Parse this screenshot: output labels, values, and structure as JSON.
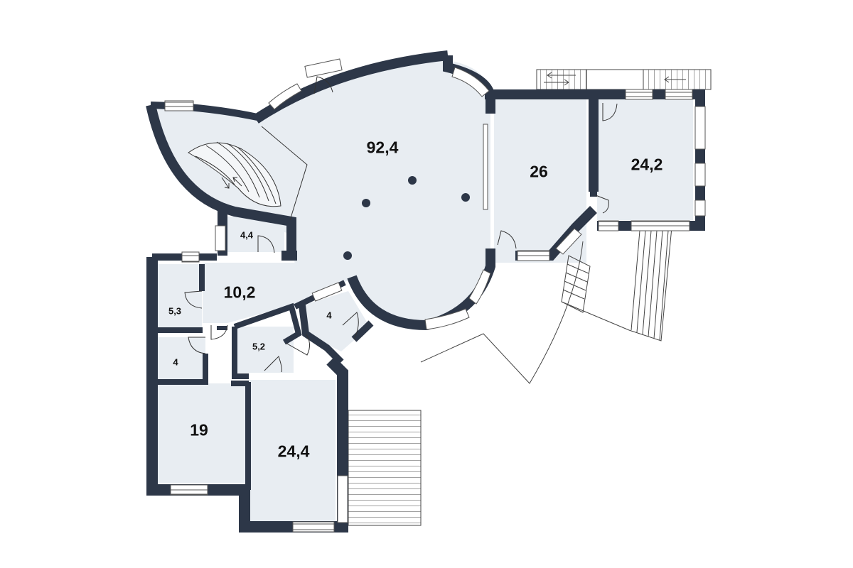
{
  "colors": {
    "wall": "#2d3748",
    "floor": "#e8edf2",
    "line": "#333333",
    "window": "#ffffff",
    "column": "#2d3748"
  },
  "rooms": [
    {
      "id": "hall",
      "area": "92,4"
    },
    {
      "id": "room-26",
      "area": "26"
    },
    {
      "id": "room-24-2",
      "area": "24,2"
    },
    {
      "id": "room-4-4",
      "area": "4,4"
    },
    {
      "id": "room-10-2",
      "area": "10,2"
    },
    {
      "id": "room-5-3",
      "area": "5,3"
    },
    {
      "id": "room-4-a",
      "area": "4"
    },
    {
      "id": "room-4-b",
      "area": "4"
    },
    {
      "id": "room-5-2",
      "area": "5,2"
    },
    {
      "id": "room-19",
      "area": "19"
    },
    {
      "id": "room-24-4",
      "area": "24,4"
    }
  ]
}
